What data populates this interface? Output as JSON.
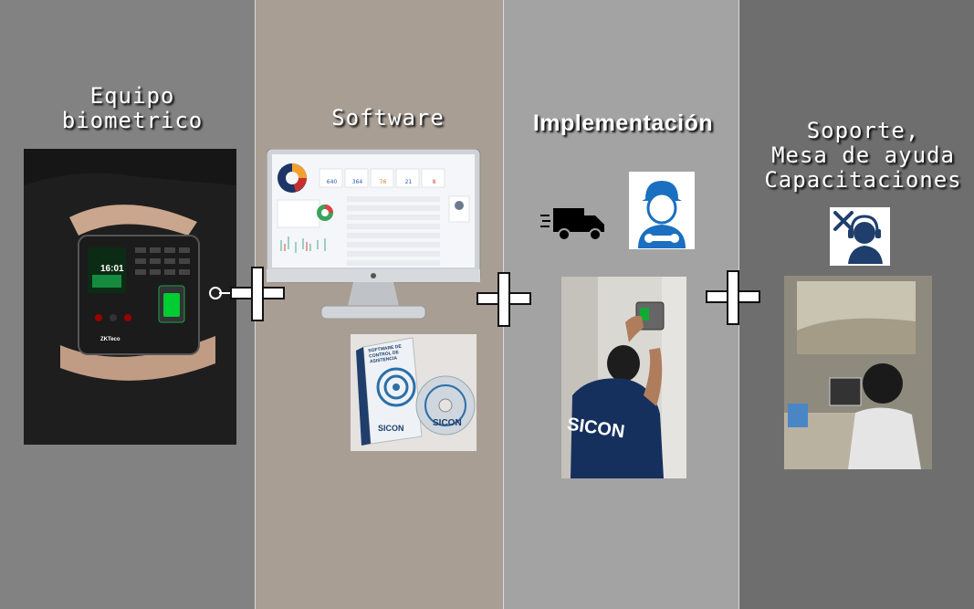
{
  "sections": [
    {
      "title": "Equipo\nbiometrico"
    },
    {
      "title": "Software"
    },
    {
      "title": "Implementación"
    },
    {
      "title": "Soporte,\nMesa de ayuda\nCapacitaciones"
    }
  ],
  "device": {
    "time": "16:01",
    "brand": "ZKTeco"
  },
  "software_box": {
    "brand": "SICON",
    "cover_text": "SOFTWARE DE CONTROL DE ASISTENCIA"
  },
  "monitor": {
    "stats": [
      "640",
      "364",
      "76",
      "21",
      "8"
    ]
  },
  "technician": {
    "vest_text": "SICON"
  },
  "icons": [
    "truck-icon",
    "mechanic-icon",
    "support-agent-icon"
  ],
  "colors": {
    "col1": "#828282",
    "col2": "#a89e94",
    "col3": "#a3a3a3",
    "col4": "#6e6e6e"
  }
}
